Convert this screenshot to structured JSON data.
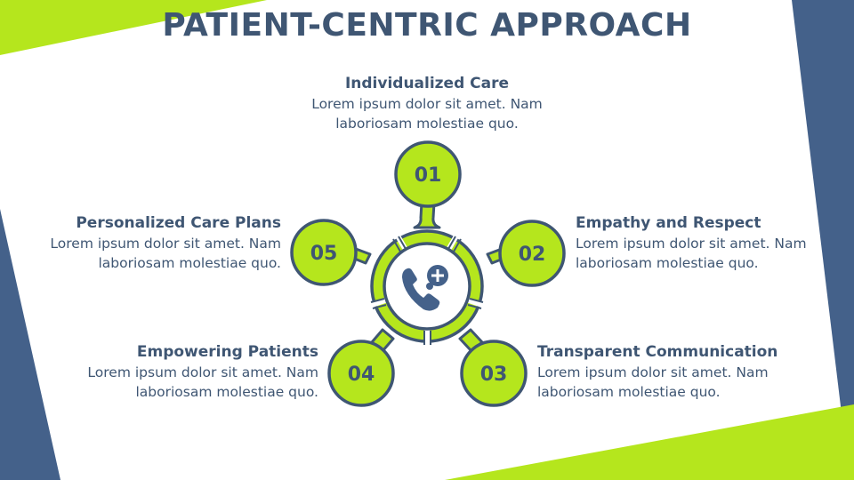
{
  "title": "PATIENT-CENTRIC APPROACH",
  "colors": {
    "accent": "#b5e61d",
    "navy": "#3f5673",
    "white": "#ffffff"
  },
  "center_icon": "phone-plus-icon",
  "steps": [
    {
      "number": "01",
      "heading": "Individualized Care",
      "text": "Lorem ipsum dolor sit amet. Nam laboriosam molestiae quo."
    },
    {
      "number": "02",
      "heading": "Empathy and Respect",
      "text": "Lorem ipsum dolor sit amet. Nam laboriosam molestiae quo."
    },
    {
      "number": "03",
      "heading": "Transparent Communication",
      "text": "Lorem ipsum dolor sit amet. Nam laboriosam molestiae quo."
    },
    {
      "number": "04",
      "heading": "Empowering Patients",
      "text": "Lorem ipsum dolor sit amet. Nam laboriosam molestiae quo."
    },
    {
      "number": "05",
      "heading": "Personalized Care Plans",
      "text": "Lorem ipsum dolor sit amet. Nam laboriosam molestiae quo."
    }
  ]
}
